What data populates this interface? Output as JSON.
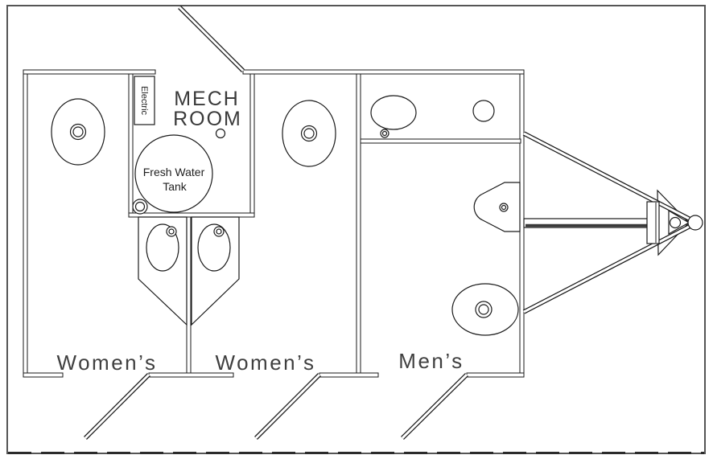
{
  "plan": {
    "rooms": {
      "womens_left": {
        "label": "Women’s"
      },
      "womens_right": {
        "label": "Women’s"
      },
      "mens": {
        "label": "Men’s"
      },
      "mech_room": {
        "label_line1": "MECH",
        "label_line2": "ROOM"
      }
    },
    "labels": {
      "electric_panel": "Electric",
      "fresh_water_tank_line1": "Fresh Water",
      "fresh_water_tank_line2": "Tank"
    },
    "colors": {
      "background": "#ffffff",
      "line": "#1a1a1a",
      "border": "#555555",
      "text": "#3a3a3a"
    }
  }
}
